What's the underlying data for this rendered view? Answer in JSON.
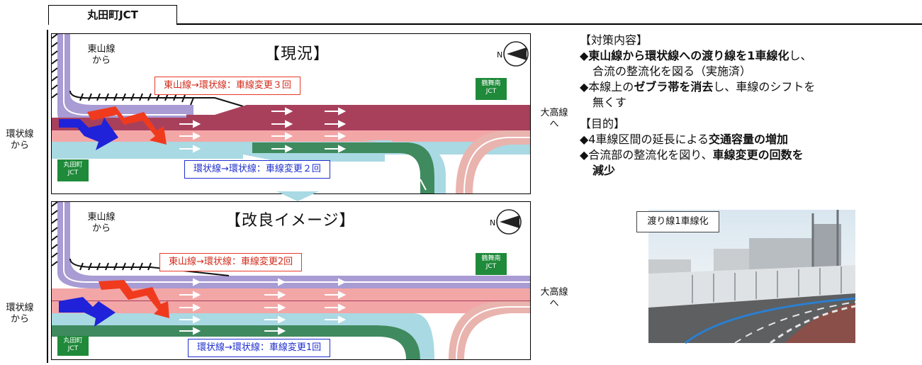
{
  "header": {
    "title": "丸田町JCT"
  },
  "side_labels": {
    "ring_from": [
      "環状線",
      "から"
    ],
    "ring_from_2": [
      "環状線",
      "から"
    ],
    "otaka": [
      "大高線",
      "へ"
    ],
    "otaka_2": [
      "大高線",
      "へ"
    ],
    "higashiyama": [
      "東山線",
      "から"
    ],
    "higashiyama_2": [
      "東山線",
      "から"
    ]
  },
  "panel_current": {
    "title": "【現況】",
    "note_red": "東山線→環状線：車線変更３回",
    "note_blue": "環状線→環状線：車線変更２回",
    "jct_left": [
      "丸田町",
      "JCT"
    ],
    "jct_right": [
      "鶴舞南",
      "JCT"
    ]
  },
  "panel_improved": {
    "title": "【改良イメージ】",
    "note_red": "東山線→環状線：車線変更2回",
    "note_blue": "環状線→環状線：車線変更1回",
    "jct_left": [
      "丸田町",
      "JCT"
    ],
    "jct_right": [
      "鶴舞南",
      "JCT"
    ]
  },
  "measures": {
    "heading": "【対策内容】",
    "item1_bold": "◆東山線から環状線への渡り線を1車線化",
    "item1_rest": "し、",
    "item1_line2": "合流の整流化を図る（実施済）",
    "item2_a": "◆本線上の",
    "item2_bold": "ゼブラ帯を消去",
    "item2_b": "し、車線のシフトを",
    "item2_line2": "無くす"
  },
  "purpose": {
    "heading": "【目的】",
    "item1_a": "◆4車線区間の延長による",
    "item1_bold": "交通容量の増加",
    "item2_a": "◆合流部の整流化を図り、",
    "item2_bold": "車線変更の回数を",
    "item2_bold2": "減少"
  },
  "photo": {
    "caption": "渡り線1車線化"
  },
  "colors": {
    "purple": "#a99bd3",
    "maroon": "#a8405c",
    "pink": "#f3a6a6",
    "lightblue": "#a9d9e3",
    "green": "#3f8a5e",
    "salmon": "#e9b3ae",
    "red": "#f03a1e",
    "blue": "#1f22d8"
  }
}
